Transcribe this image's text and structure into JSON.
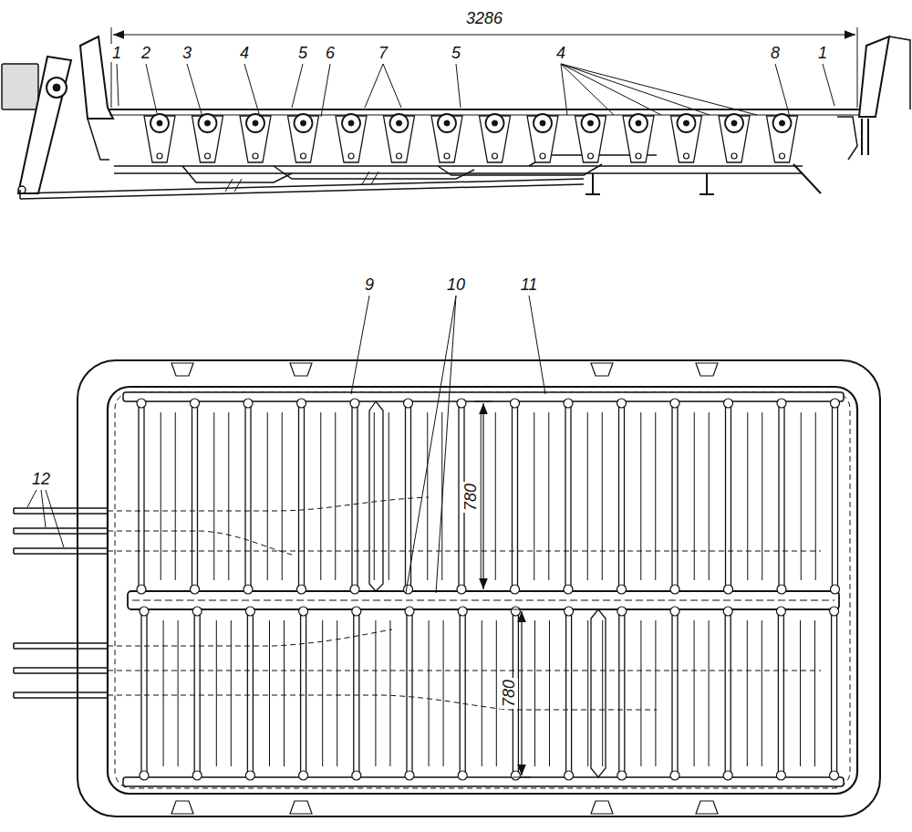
{
  "diagram": {
    "labels": [
      "3286",
      "1",
      "2",
      "3",
      "4",
      "5",
      "6",
      "7",
      "5",
      "4",
      "8",
      "1",
      "9",
      "10",
      "11",
      "12",
      "780",
      "780"
    ]
  }
}
